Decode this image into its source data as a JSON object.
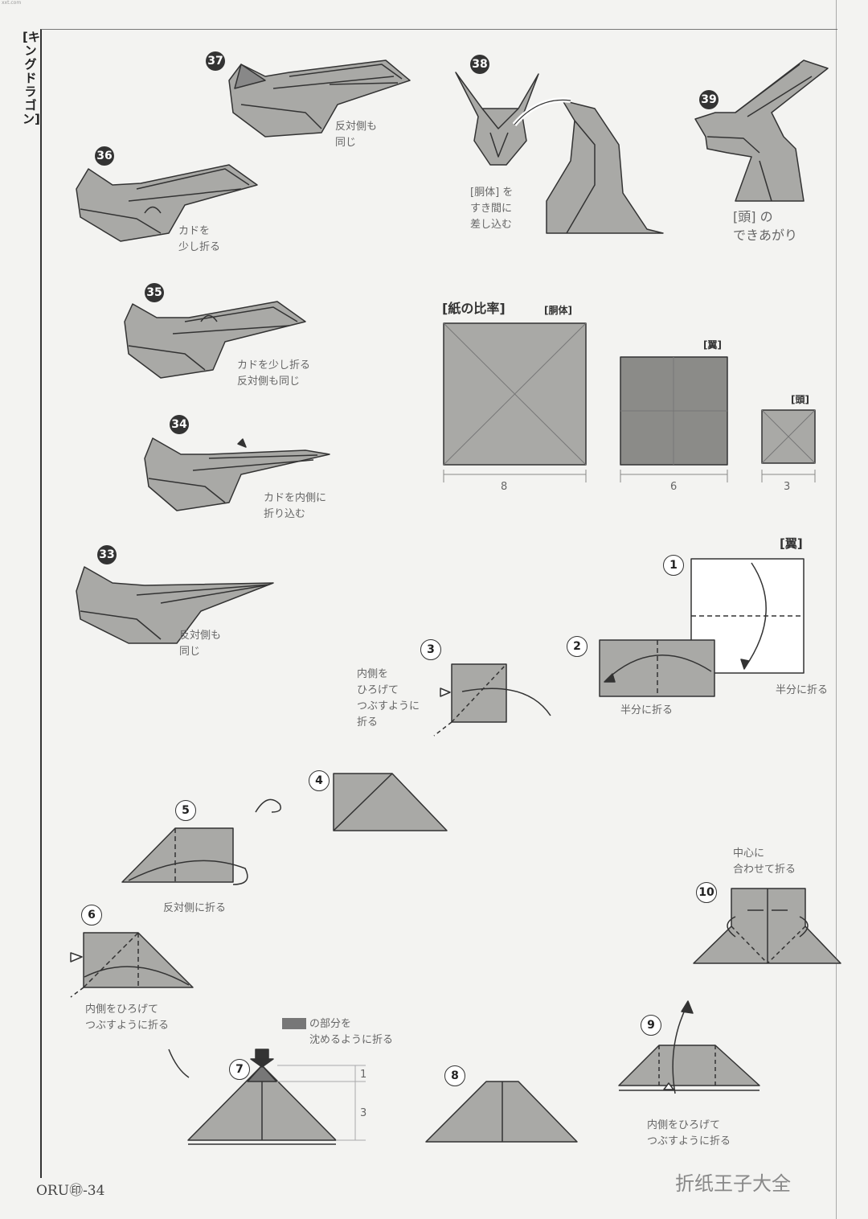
{
  "header": {
    "top_mark": "xxt.com",
    "vertical_title": "[キングドラゴン]"
  },
  "steps": {
    "s37": "37",
    "s38": "38",
    "s39": "39",
    "s36": "36",
    "s35": "35",
    "s34": "34",
    "s33": "33",
    "s1": "1",
    "s2": "2",
    "s3": "3",
    "s4": "4",
    "s5": "5",
    "s6": "6",
    "s7": "7",
    "s8": "8",
    "s9": "9",
    "s10": "10"
  },
  "notes": {
    "n37": "反対側も\n同じ",
    "n38": "[胴体] を\nすき間に\n差し込む",
    "n39": "[頭] の\nできあがり",
    "n36": "カドを\n少し折る",
    "n35": "カドを少し折る\n反対側も同じ",
    "n34": "カドを内側に\n折り込む",
    "n33": "反対側も\n同じ",
    "n1": "半分に折る",
    "n2": "半分に折る",
    "n3": "内側を\nひろげて\nつぶすように\n折る",
    "n5": "反対側に折る",
    "n6": "内側をひろげて\nつぶすように折る",
    "n7": "の部分を\n沈めるように折る",
    "n9": "内側をひろげて\nつぶすように折る",
    "n10": "中心に\n合わせて折る"
  },
  "ratio": {
    "title": "[紙の比率]",
    "body_label": "[胴体]",
    "wing_label": "[翼]",
    "head_label": "[頭]",
    "body_size": "8",
    "wing_size": "6",
    "head_size": "3"
  },
  "wing_section_label": "[翼]",
  "dims": {
    "d1": "1",
    "d3": "3"
  },
  "footer": {
    "page": "ORU㊞-34",
    "watermark": "折纸王子大全"
  },
  "colors": {
    "paper": "#a9a9a6",
    "dark_paper": "#8b8b88",
    "line": "#333333"
  }
}
